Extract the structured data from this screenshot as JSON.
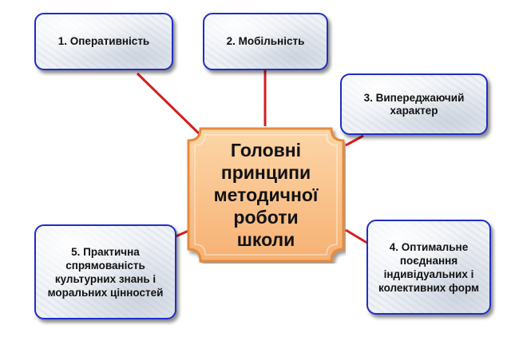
{
  "diagram": {
    "center": {
      "title": "Головні\nпринципи\nметодичної\nроботи\nшколи"
    },
    "nodes": [
      {
        "id": "1",
        "label": "1. Оперативність"
      },
      {
        "id": "2",
        "label": "2. Мобільність"
      },
      {
        "id": "3",
        "label": "3. Випереджаючий характер"
      },
      {
        "id": "4",
        "label": "4. Оптимальне поєднання індивідуальних і колективних форм"
      },
      {
        "id": "5",
        "label": "5. Практична спрямованість культурних знань і моральних цінностей"
      }
    ]
  },
  "colors": {
    "node_border": "#1f2ec4",
    "connector": "#d21f1f",
    "center_fill": "#fbc48f",
    "center_border": "#e88a3a"
  }
}
